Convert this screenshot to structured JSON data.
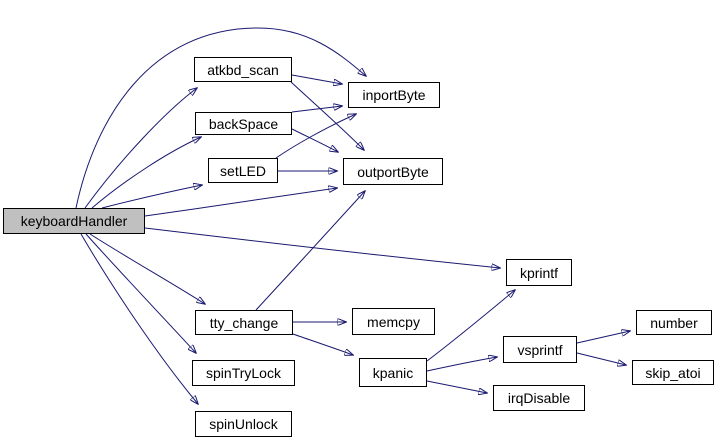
{
  "diagram_type": "call-graph",
  "colors": {
    "edge": "#191970",
    "node_border": "#000000",
    "node_bg": "#ffffff",
    "root_bg": "#c0c0c0",
    "canvas": "#ffffff",
    "text": "#000000"
  },
  "nodes": {
    "keyboardHandler": {
      "label": "keyboardHandler",
      "root": true
    },
    "atkbd_scan": {
      "label": "atkbd_scan"
    },
    "backSpace": {
      "label": "backSpace"
    },
    "setLED": {
      "label": "setLED"
    },
    "inportByte": {
      "label": "inportByte"
    },
    "outportByte": {
      "label": "outportByte"
    },
    "kprintf": {
      "label": "kprintf"
    },
    "tty_change": {
      "label": "tty_change"
    },
    "memcpy": {
      "label": "memcpy"
    },
    "spinTryLock": {
      "label": "spinTryLock"
    },
    "spinUnlock": {
      "label": "spinUnlock"
    },
    "kpanic": {
      "label": "kpanic"
    },
    "vsprintf": {
      "label": "vsprintf"
    },
    "irqDisable": {
      "label": "irqDisable"
    },
    "number": {
      "label": "number"
    },
    "skip_atoi": {
      "label": "skip_atoi"
    }
  },
  "edges": [
    {
      "from": "keyboardHandler",
      "to": "atkbd_scan"
    },
    {
      "from": "keyboardHandler",
      "to": "backSpace"
    },
    {
      "from": "keyboardHandler",
      "to": "setLED"
    },
    {
      "from": "keyboardHandler",
      "to": "inportByte"
    },
    {
      "from": "keyboardHandler",
      "to": "outportByte"
    },
    {
      "from": "keyboardHandler",
      "to": "kprintf"
    },
    {
      "from": "keyboardHandler",
      "to": "tty_change"
    },
    {
      "from": "keyboardHandler",
      "to": "spinTryLock"
    },
    {
      "from": "keyboardHandler",
      "to": "spinUnlock"
    },
    {
      "from": "atkbd_scan",
      "to": "inportByte"
    },
    {
      "from": "atkbd_scan",
      "to": "outportByte"
    },
    {
      "from": "backSpace",
      "to": "inportByte"
    },
    {
      "from": "backSpace",
      "to": "outportByte"
    },
    {
      "from": "setLED",
      "to": "inportByte"
    },
    {
      "from": "setLED",
      "to": "outportByte"
    },
    {
      "from": "tty_change",
      "to": "memcpy"
    },
    {
      "from": "tty_change",
      "to": "kpanic"
    },
    {
      "from": "tty_change",
      "to": "outportByte"
    },
    {
      "from": "kpanic",
      "to": "kprintf"
    },
    {
      "from": "kpanic",
      "to": "vsprintf"
    },
    {
      "from": "kpanic",
      "to": "irqDisable"
    },
    {
      "from": "vsprintf",
      "to": "number"
    },
    {
      "from": "vsprintf",
      "to": "skip_atoi"
    }
  ]
}
